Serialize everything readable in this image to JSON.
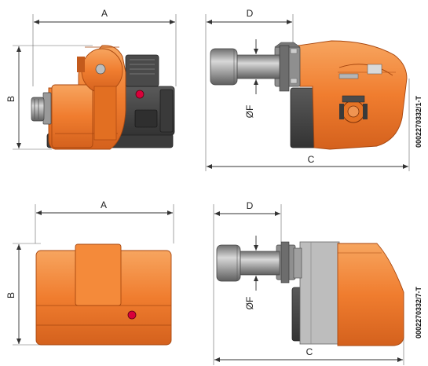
{
  "colors": {
    "body": "#f07d2f",
    "body_dark": "#c8581a",
    "body_light": "#f6a15e",
    "motor": "#4a4a4a",
    "motor_dark": "#2e2e2e",
    "tube": "#8c8c8c",
    "tube_light": "#c9c9c9",
    "indicator": "#d9003a",
    "cover_grey": "#b9b9b9"
  },
  "labels": {
    "top_left": {
      "a": "A",
      "b": "B"
    },
    "top_right": {
      "d": "D",
      "f": "ØF",
      "c": "C",
      "code": "0002270332/1-T"
    },
    "bottom_left": {
      "a": "A",
      "b": "B"
    },
    "bottom_right": {
      "d": "D",
      "f": "ØF",
      "c": "C",
      "code": "0002270332/7-T"
    }
  },
  "icons": {
    "dimension_arrows": "arrow-icon",
    "indicator_lamp": "lamp-icon"
  }
}
